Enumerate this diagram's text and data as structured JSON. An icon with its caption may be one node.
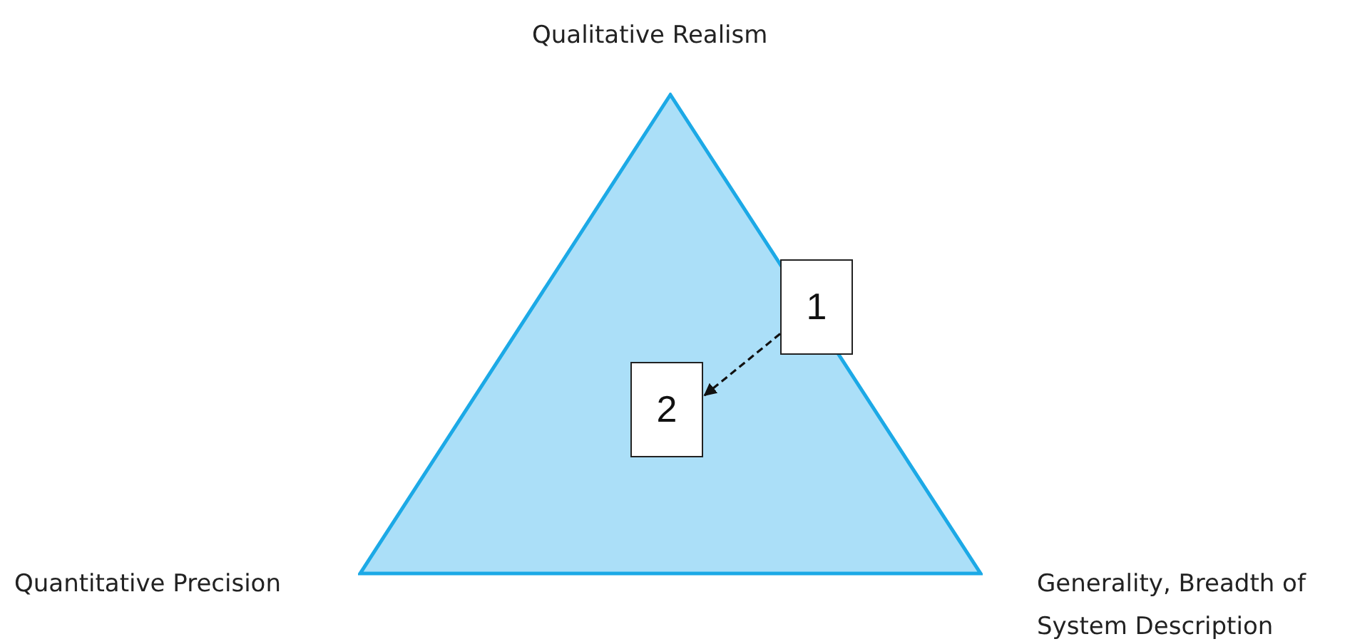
{
  "diagram": {
    "nodes": [
      {
        "text": [],
        "shape": "triangle"
      },
      {
        "text": [
          "1"
        ]
      },
      {
        "text": [
          "2"
        ],
        "in": 0
      }
    ],
    "edges": [
      {
        "from": 1,
        "to": 2,
        "arrow": "to",
        "style": "dashed"
      }
    ],
    "labels": [
      "Qualitative Realism",
      "Quantitative Precision",
      "Generality, Breadth of System Description"
    ]
  }
}
